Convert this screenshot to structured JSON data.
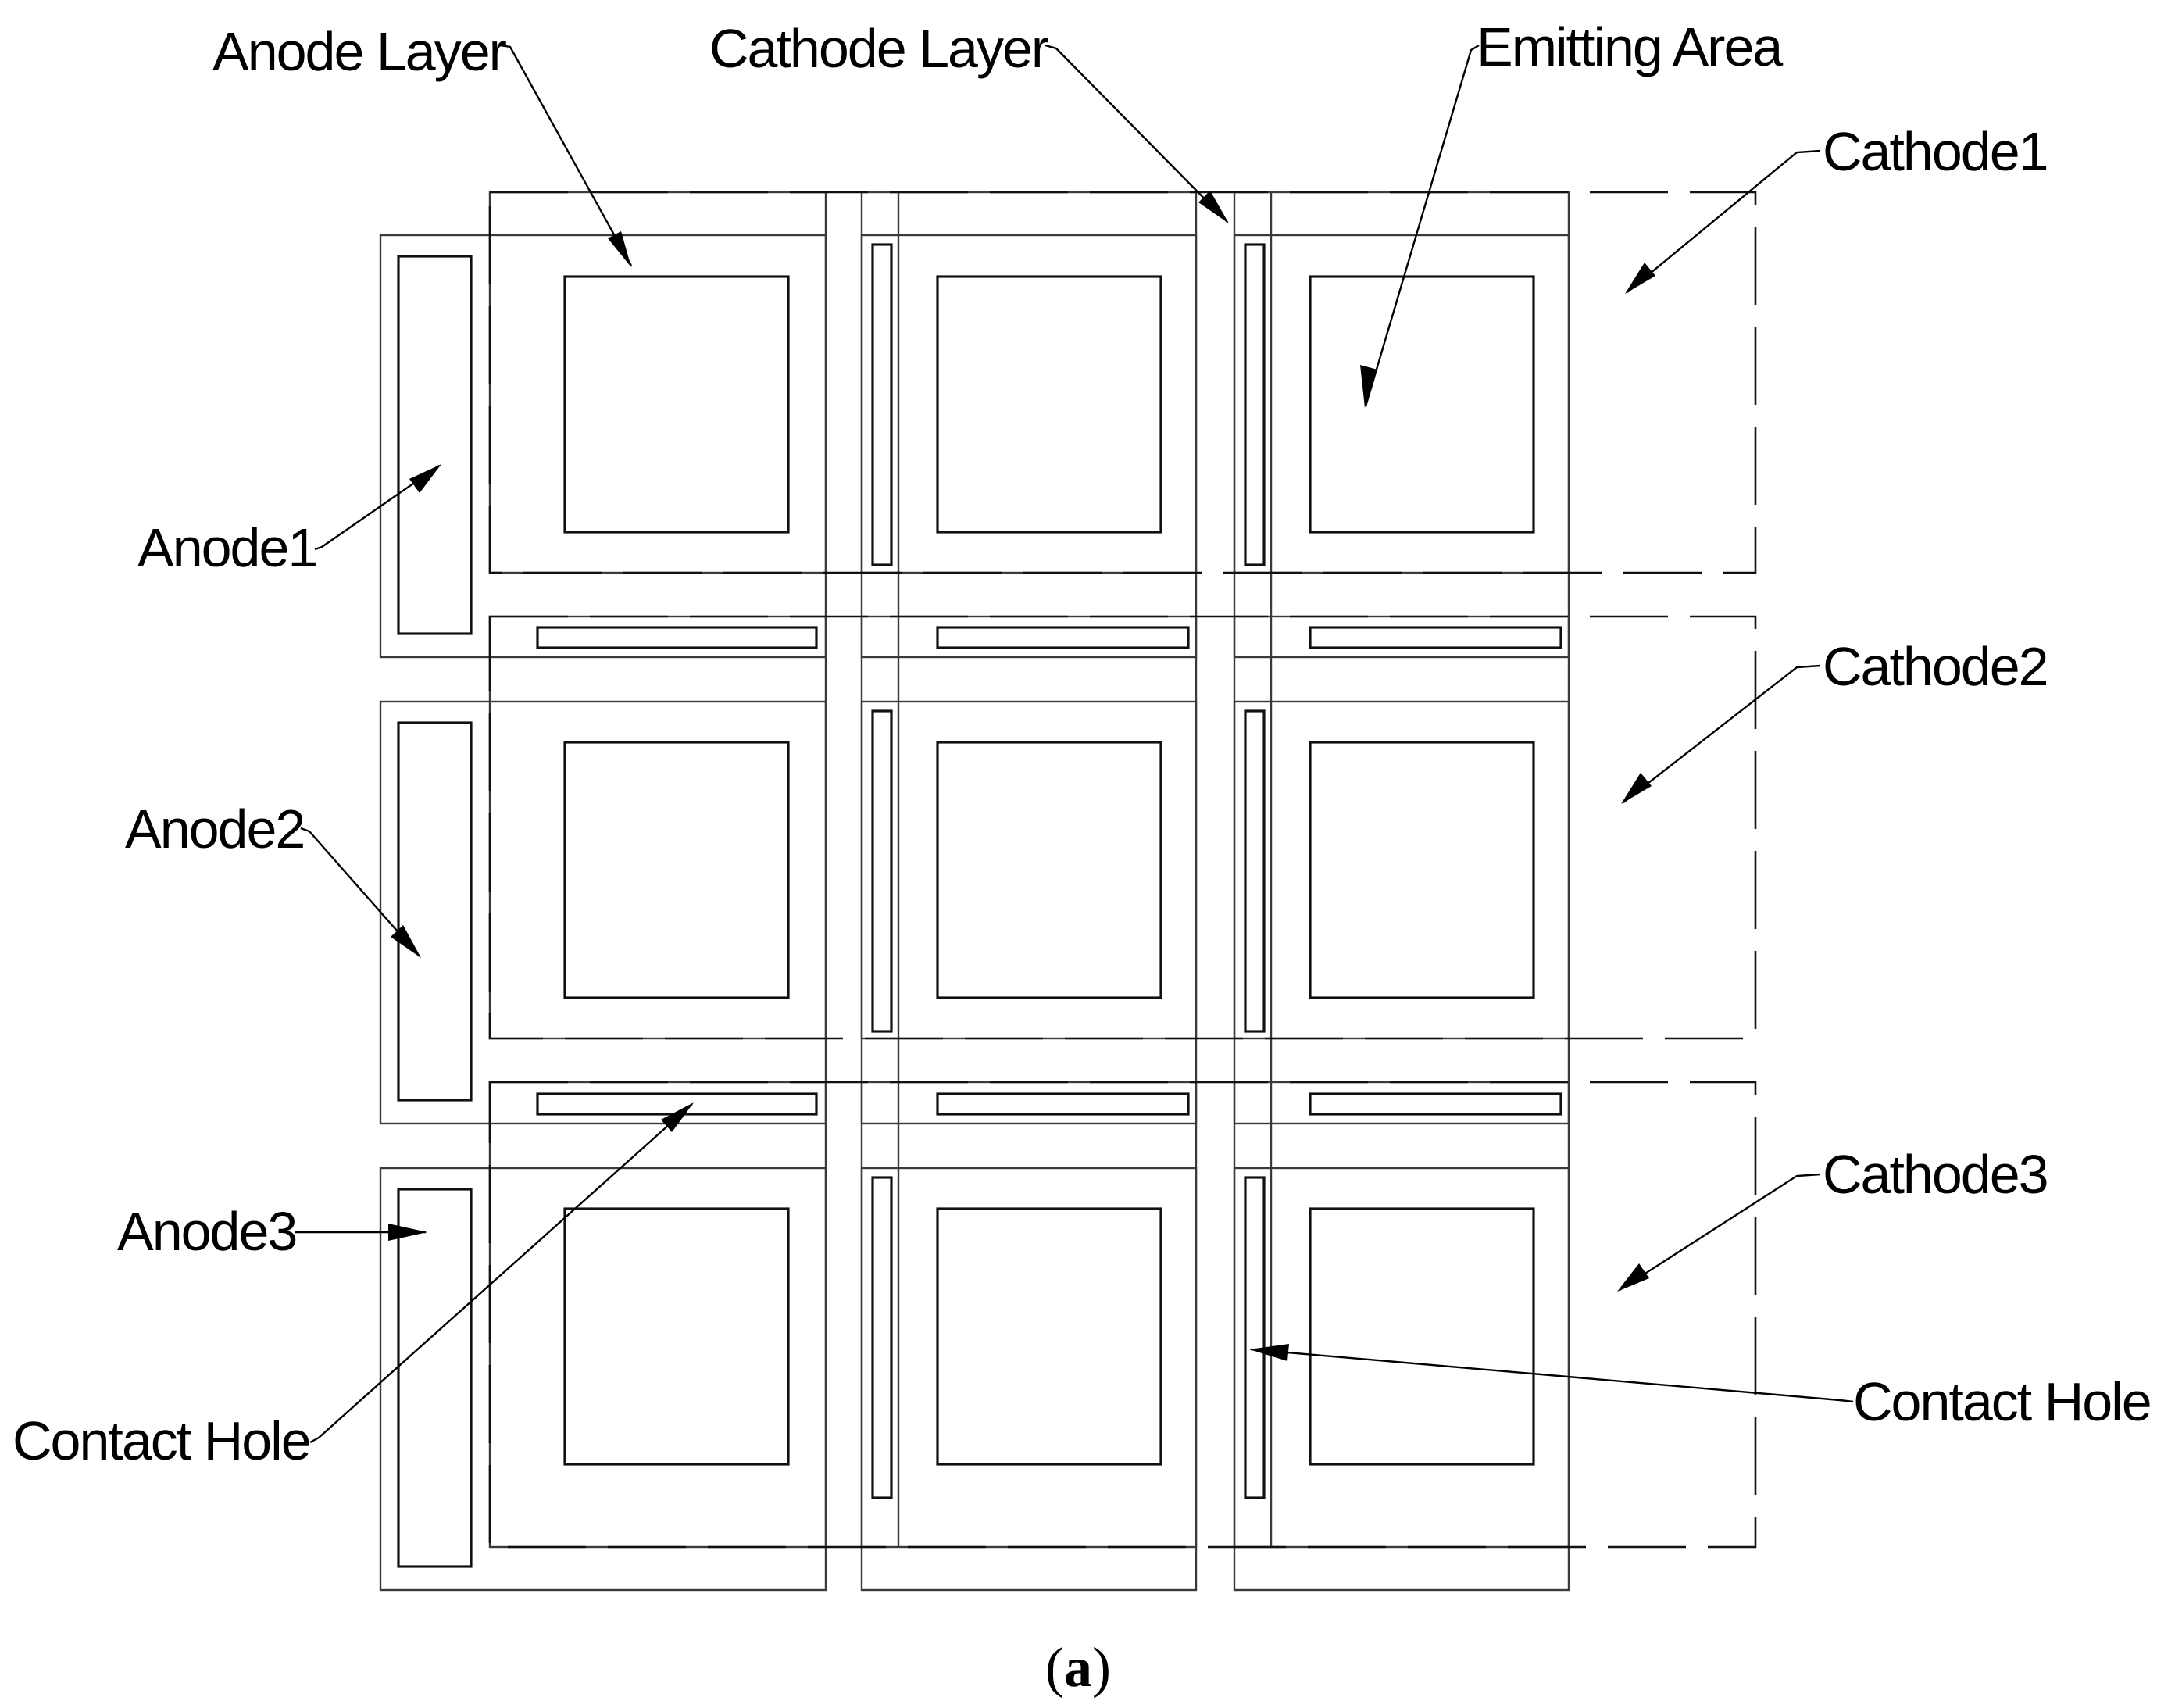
{
  "labels": {
    "anode_layer": "Anode Layer",
    "cathode_layer": "Cathode Layer",
    "emitting_area": "Emitting Area",
    "cathode1": "Cathode1",
    "cathode2": "Cathode2",
    "cathode3": "Cathode3",
    "anode1": "Anode1",
    "anode2": "Anode2",
    "anode3": "Anode3",
    "contact_hole_left": "Contact Hole",
    "contact_hole_right": "Contact Hole"
  },
  "caption": {
    "open": "(",
    "letter": "a",
    "close": ")"
  },
  "colors": {
    "line": "#000000",
    "background": "#ffffff"
  }
}
